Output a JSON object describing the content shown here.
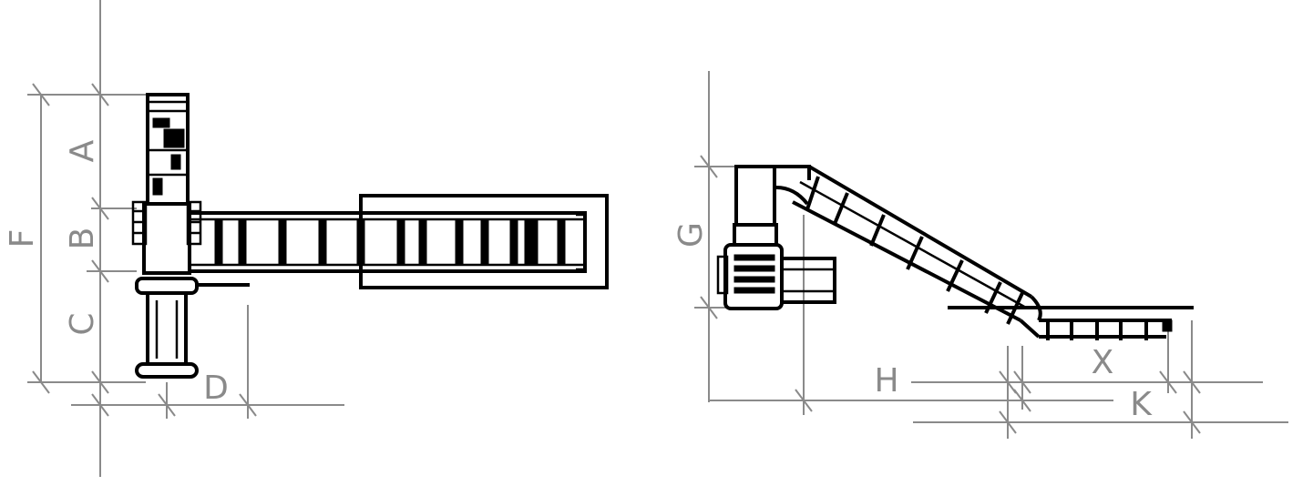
{
  "labels": {
    "a": "A",
    "b": "B",
    "c": "C",
    "d": "D",
    "f": "F",
    "g": "G",
    "h": "H",
    "k": "K",
    "x": "X"
  },
  "colors": {
    "dimension_lines": "#8a8a8a",
    "machine_outline": "#000000",
    "background": "#ffffff"
  }
}
